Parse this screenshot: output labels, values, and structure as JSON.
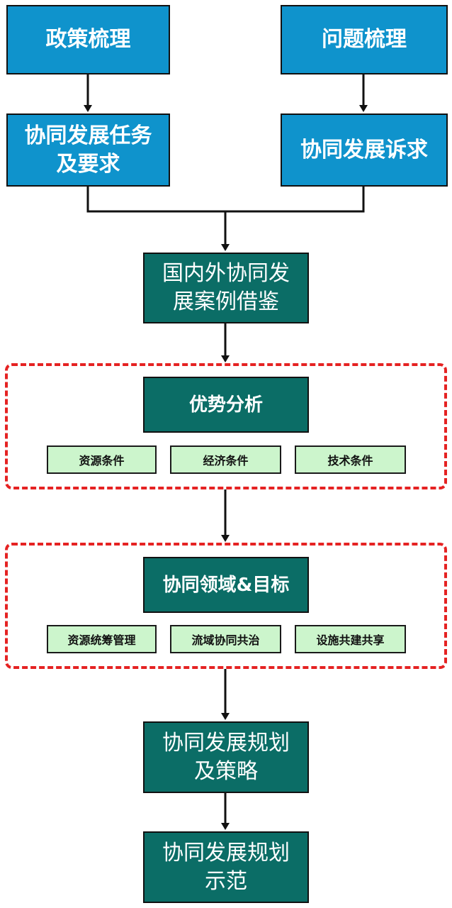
{
  "top_left": "政策梳理",
  "top_right": "问题梳理",
  "mid_left": "协同发展任务\n及要求",
  "mid_right": "协同发展诉求",
  "cases": "国内外协同发\n展案例借鉴",
  "advantage": {
    "title": "优势分析",
    "items": [
      "资源条件",
      "经济条件",
      "技术条件"
    ]
  },
  "domains": {
    "title": "协同领域&目标",
    "items": [
      "资源统筹管理",
      "流域协同共治",
      "设施共建共享"
    ]
  },
  "planning": "协同发展规划\n及策略",
  "demo": "协同发展规划\n示范",
  "colors": {
    "blue_box": "#0f93cc",
    "teal_box": "#0b6d66",
    "green_box": "#ccf5cc",
    "dashed_border": "#e52222"
  }
}
